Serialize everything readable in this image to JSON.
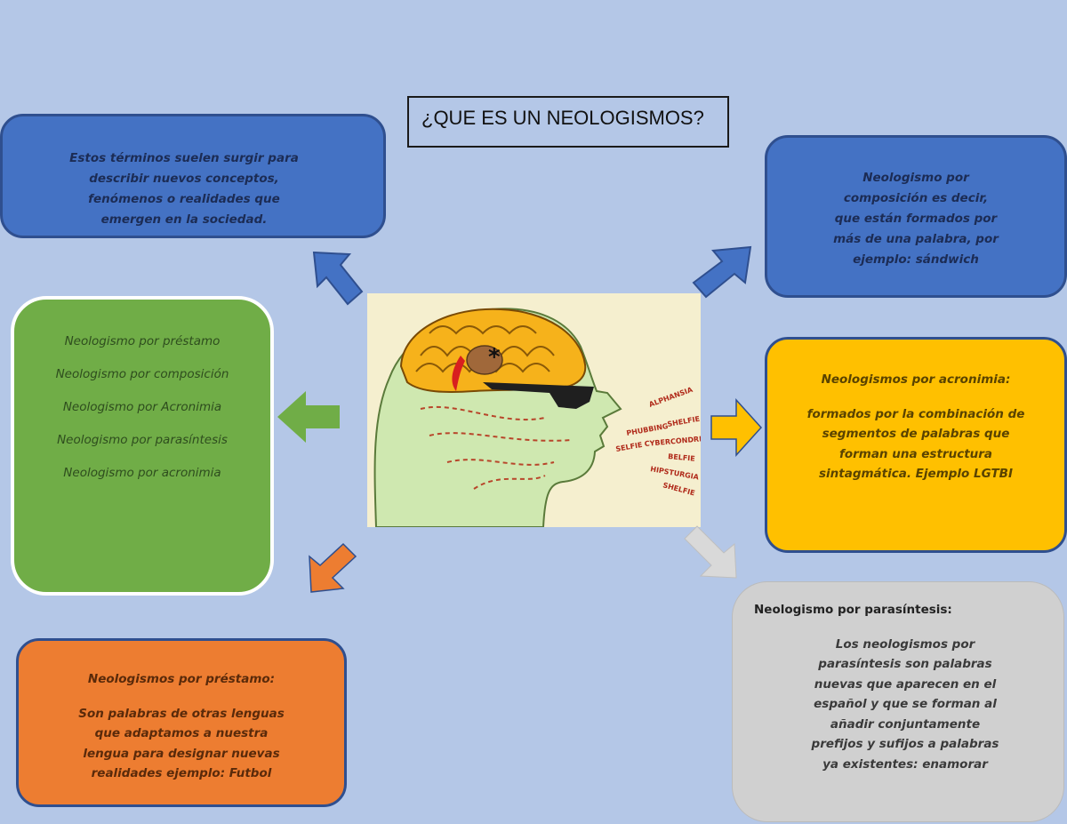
{
  "title": "¿QUE ES UN NEOLOGISMOS?",
  "boxes": {
    "top_left": "Estos términos suelen surgir para describir nuevos conceptos, fenómenos o realidades que emergen en la sociedad.",
    "top_right": "Neologismo por composición es decir, que están formados por más de una palabra, por ejemplo: sándwich",
    "green_list": [
      "Neologismo por préstamo",
      "Neologismo por composición",
      "Neologismo por Acronimia",
      "Neologismo por parasíntesis",
      "Neologismo por acronimia"
    ],
    "yellow": {
      "heading": "Neologismos por acronimia:",
      "body": "formados por la combinación de segmentos de palabras que forman una estructura sintagmática. Ejemplo LGTBI"
    },
    "orange": {
      "heading": "Neologismos por préstamo:",
      "body": "Son palabras de otras lenguas que adaptamos a nuestra lengua para designar nuevas realidades ejemplo: Futbol"
    },
    "gray": {
      "heading": "Neologismo por parasíntesis:",
      "body": "Los neologismos por parasíntesis son palabras nuevas que aparecen en el español y que se forman al añadir conjuntamente prefijos y sufijos a palabras ya existentes: enamorar"
    }
  },
  "image_words": [
    "ALPHANSIA",
    "PHUBBING",
    "SHELFIE",
    "SELFIE",
    "CYBERCONDRIA",
    "BELFIE",
    "HIPSTURGIA",
    "SHELFIE"
  ],
  "colors": {
    "background": "#b4c7e7",
    "blue": "#4472c4",
    "green": "#70ad47",
    "yellow": "#ffc000",
    "orange": "#ed7d31",
    "gray": "#d0d0d0"
  }
}
